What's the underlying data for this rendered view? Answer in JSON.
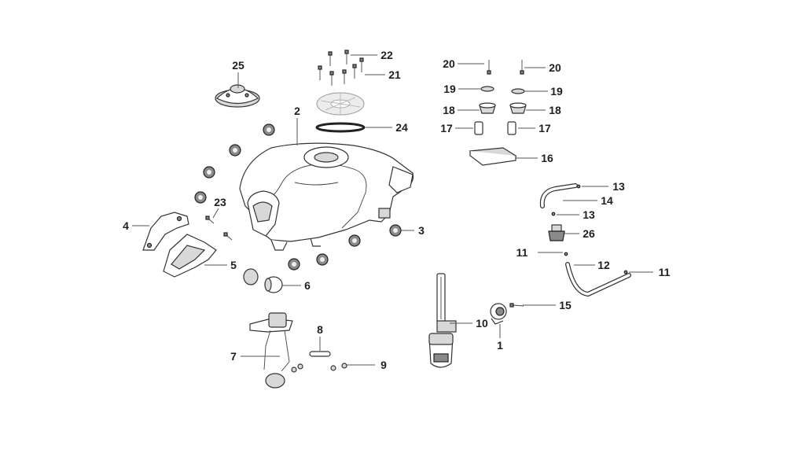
{
  "diagram": {
    "callouts": [
      "1",
      "2",
      "3",
      "4",
      "5",
      "6",
      "7",
      "8",
      "9",
      "10",
      "11",
      "11",
      "12",
      "13",
      "13",
      "14",
      "15",
      "16",
      "17",
      "17",
      "18",
      "18",
      "19",
      "19",
      "20",
      "20",
      "21",
      "22",
      "23",
      "24",
      "25",
      "26"
    ]
  }
}
